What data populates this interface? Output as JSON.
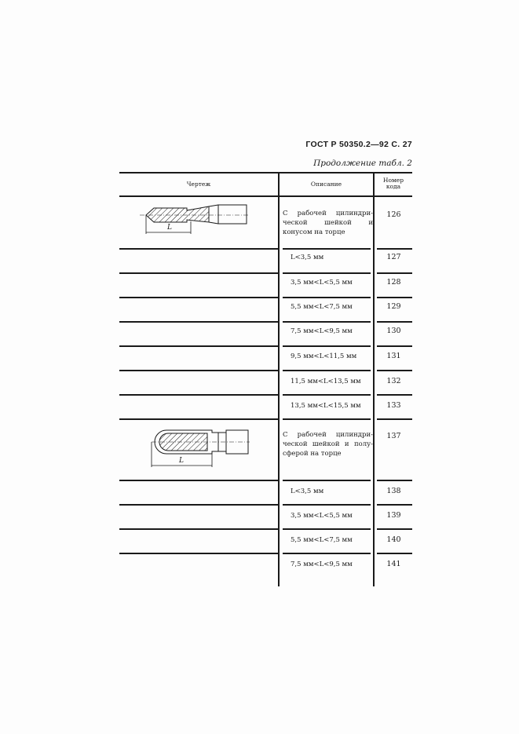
{
  "page_header": {
    "standard": "ГОСТ Р 50350.2—92 С. 27",
    "continuation": "Продолжение табл. 2"
  },
  "table": {
    "columns": [
      "Чертеж",
      "Описание",
      "Номер кода"
    ],
    "column_header_lines": {
      "code_line1": "Номер",
      "code_line2": "кода"
    },
    "groups": [
      {
        "drawing": "cylindrical-neck-cone-end-drawing",
        "dimension_label": "L",
        "rows": [
          {
            "description": "С рабочей цилиндри-ческой шейкой и конусом на торце",
            "code": "126"
          },
          {
            "description": "L<3,5 мм",
            "code": "127"
          },
          {
            "description": "3,5 мм<L<5,5 мм",
            "code": "128"
          },
          {
            "description": "5,5 мм<L<7,5 мм",
            "code": "129"
          },
          {
            "description": "7,5 мм<L<9,5 мм",
            "code": "130"
          },
          {
            "description": "9,5 мм<L<11,5 мм",
            "code": "131"
          },
          {
            "description": "11,5 мм<L<13,5 мм",
            "code": "132"
          },
          {
            "description": "13,5 мм<L<15,5 мм",
            "code": "133"
          }
        ]
      },
      {
        "drawing": "cylindrical-neck-hemisphere-end-drawing",
        "dimension_label": "L",
        "rows": [
          {
            "description": "С рабочей цилиндри-ческой шейкой и полу-сферой на торце",
            "code": "137"
          },
          {
            "description": "L<3,5 мм",
            "code": "138"
          },
          {
            "description": "3,5 мм<L<5,5 мм",
            "code": "139"
          },
          {
            "description": "5,5 мм<L<7,5 мм",
            "code": "140"
          },
          {
            "description": "7,5 мм<L<9,5 мм",
            "code": "141"
          }
        ]
      }
    ]
  }
}
